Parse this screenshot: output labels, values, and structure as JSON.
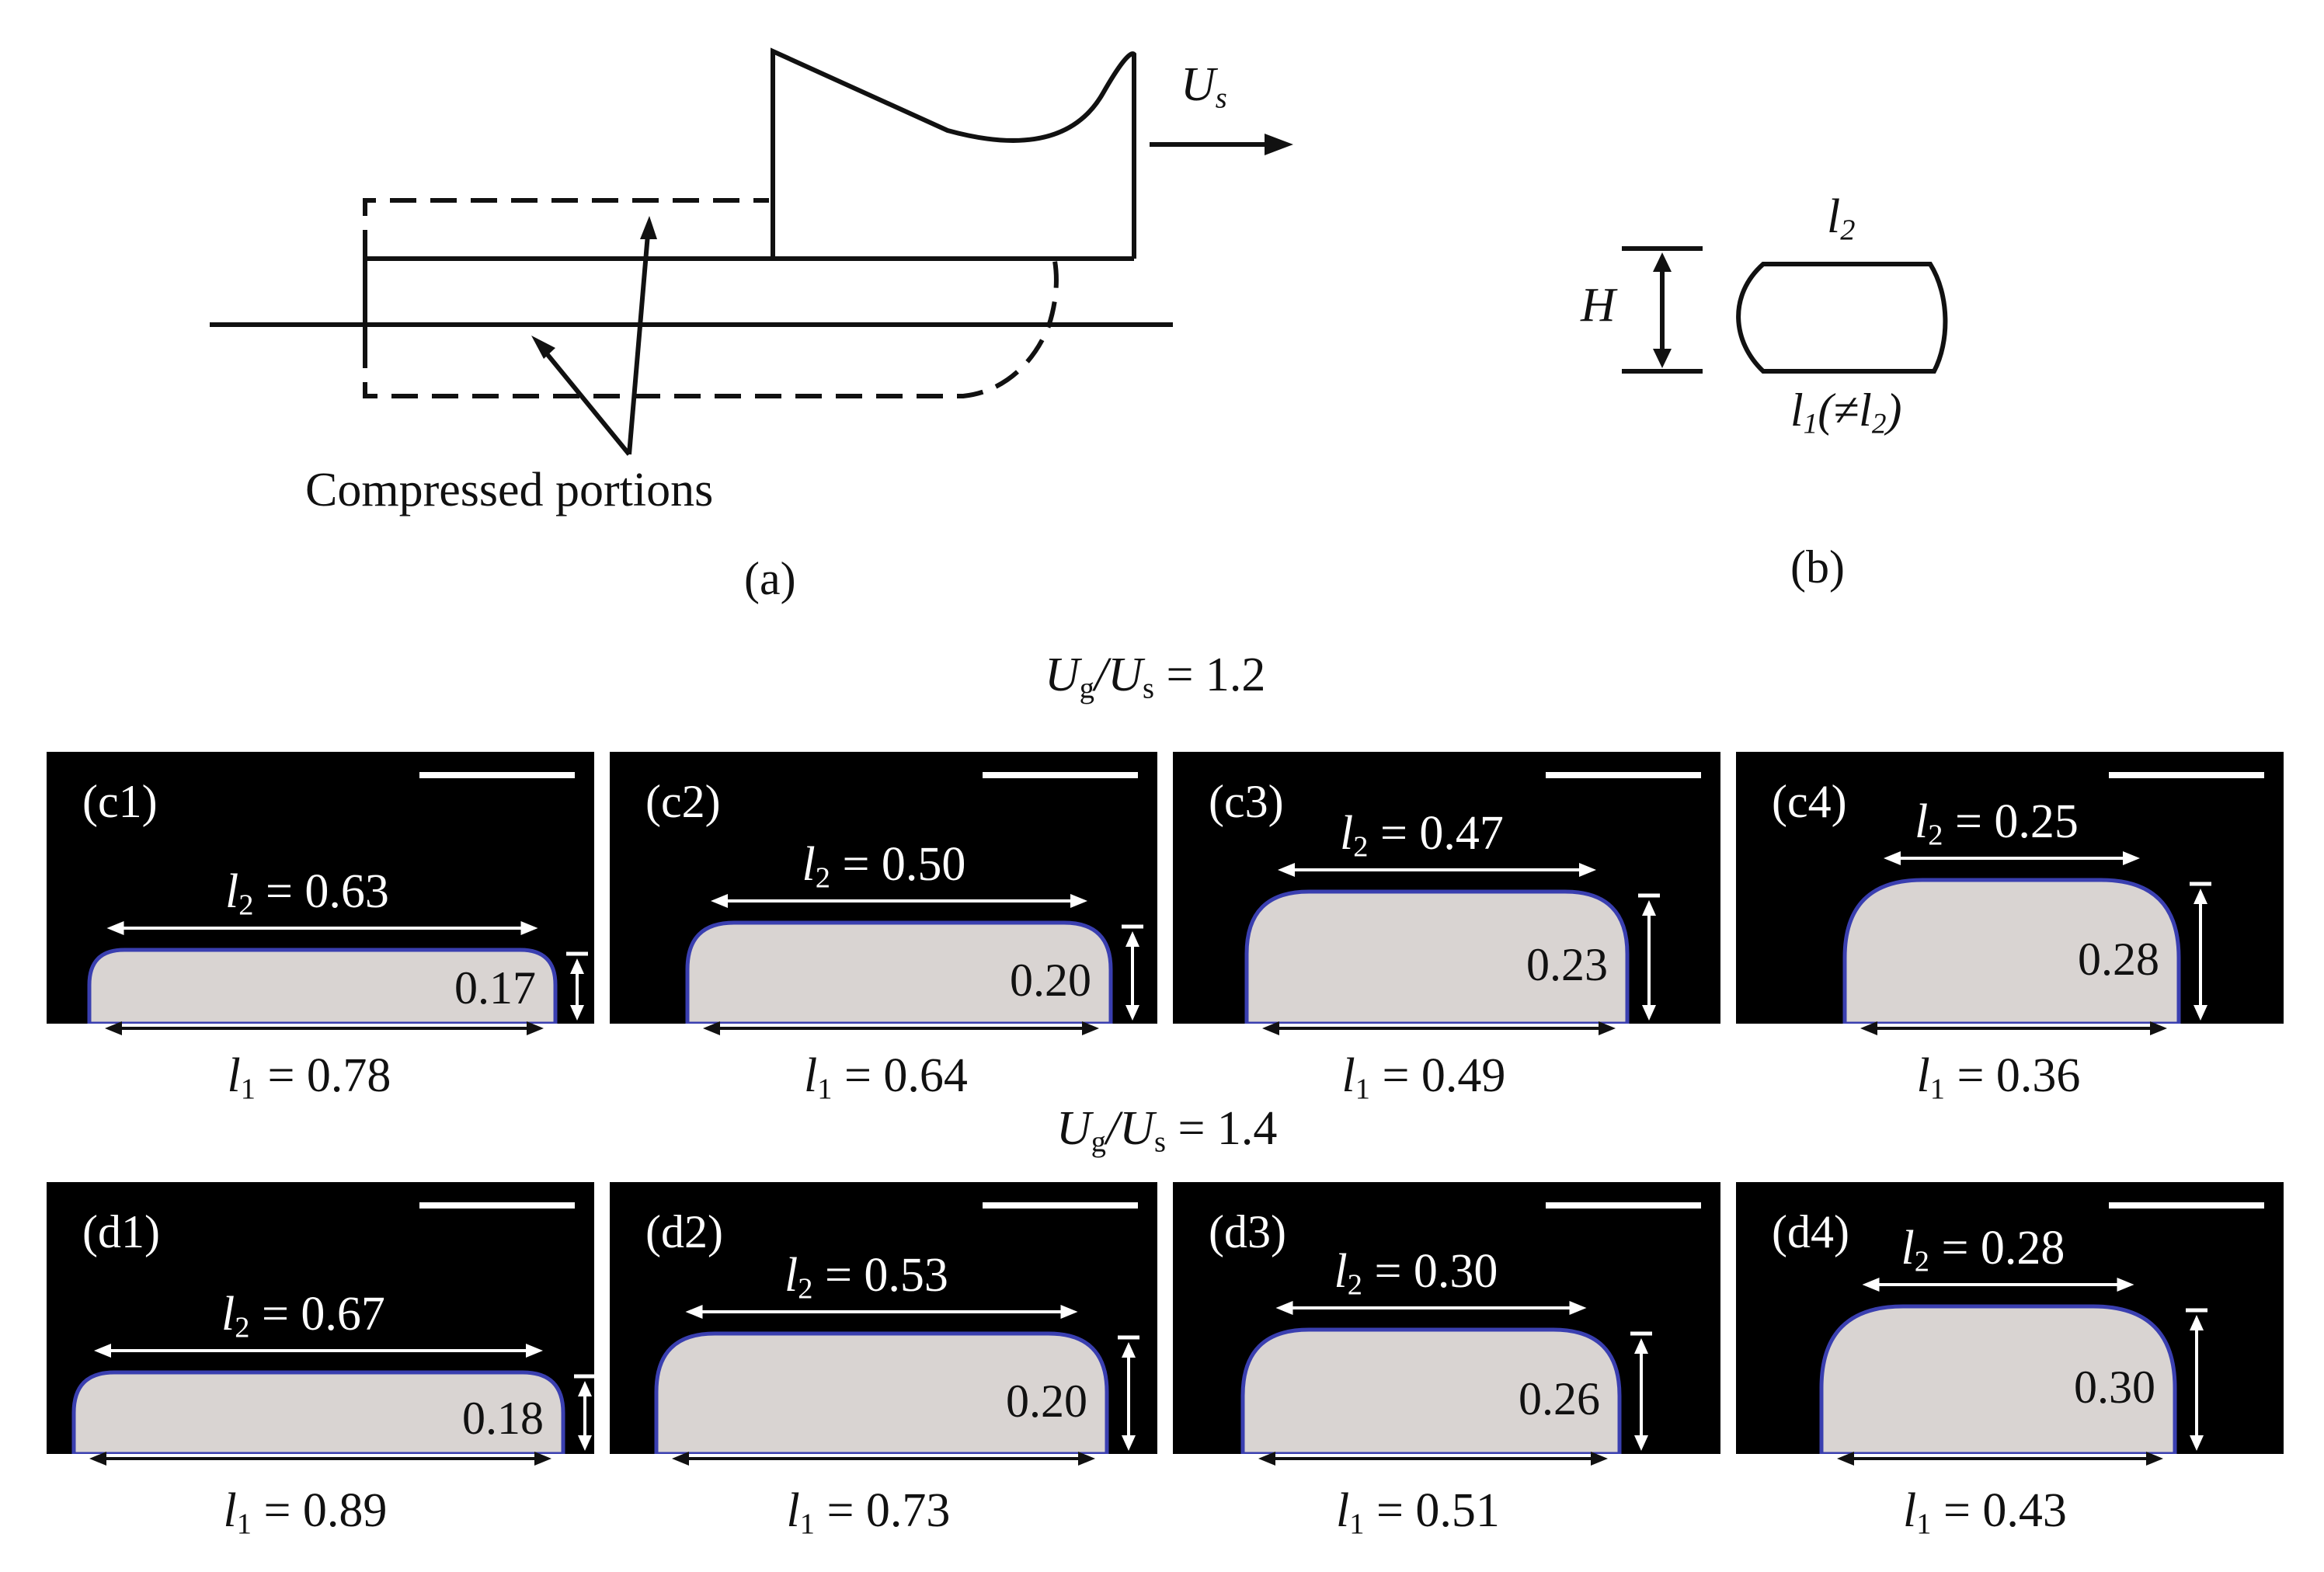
{
  "schematic": {
    "velocity_label": "U",
    "velocity_sub": "s",
    "compressed_label": "Compressed portions",
    "caption_a": "(a)",
    "dim_H": "H",
    "dim_l2": "l",
    "dim_l2_sub": "2",
    "dim_l1": "l",
    "dim_l1_sub": "1",
    "dim_l1_paren": "(≠l",
    "dim_l1_paren_sub": "2",
    "dim_l1_close": ")",
    "caption_b": "(b)"
  },
  "row_c": {
    "heading_U1": "U",
    "heading_sub1": "g",
    "heading_slash": "/U",
    "heading_sub2": "s",
    "heading_value": " = 1.2",
    "panels": [
      {
        "tag": "(c1)",
        "l2": "0.63",
        "h": "0.17",
        "l1": "0.78"
      },
      {
        "tag": "(c2)",
        "l2": "0.50",
        "h": "0.20",
        "l1": "0.64"
      },
      {
        "tag": "(c3)",
        "l2": "0.47",
        "h": "0.23",
        "l1": "0.49"
      },
      {
        "tag": "(c4)",
        "l2": "0.25",
        "h": "0.28",
        "l1": "0.36"
      }
    ]
  },
  "row_d": {
    "heading_U1": "U",
    "heading_sub1": "g",
    "heading_slash": "/U",
    "heading_sub2": "s",
    "heading_value": " = 1.4",
    "panels": [
      {
        "tag": "(d1)",
        "l2": "0.67",
        "h": "0.18",
        "l1": "0.89"
      },
      {
        "tag": "(d2)",
        "l2": "0.53",
        "h": "0.20",
        "l1": "0.73"
      },
      {
        "tag": "(d3)",
        "l2": "0.30",
        "h": "0.26",
        "l1": "0.51"
      },
      {
        "tag": "(d4)",
        "l2": "0.28",
        "h": "0.30",
        "l1": "0.43"
      }
    ]
  },
  "symbols": {
    "l": "l",
    "eq": " = ",
    "sub1": "1",
    "sub2": "2"
  },
  "colors": {
    "panel_bg": "#000000",
    "slug_fill": "#d9d4d2",
    "slug_edge": "#3a3fb0",
    "ink": "#111111"
  }
}
